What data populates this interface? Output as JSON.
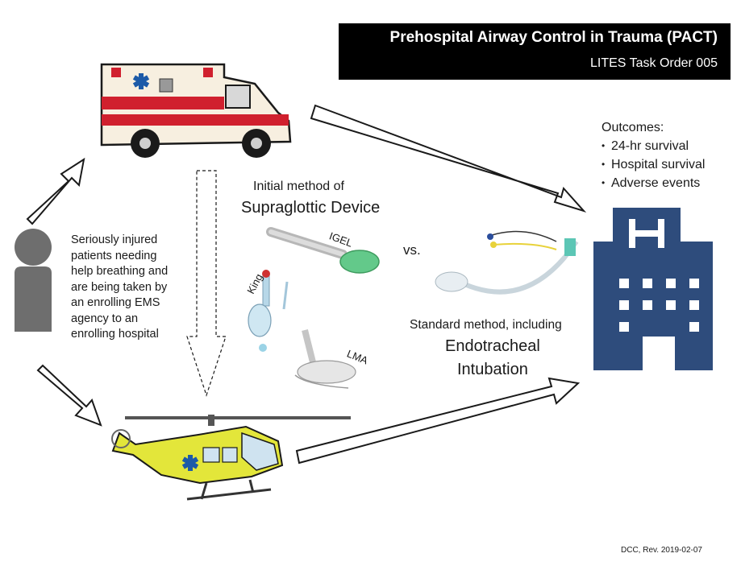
{
  "title": "Prehospital Airway Control in Trauma (PACT)",
  "subtitle": "LITES Task Order 005",
  "patient_text": [
    "Seriously injured",
    "patients needing",
    "help breathing and",
    "are being taken by",
    "an enrolling EMS",
    "agency to an",
    "enrolling hospital"
  ],
  "outcomes": {
    "heading": "Outcomes:",
    "items": [
      "24-hr survival",
      "Hospital survival",
      "Adverse events"
    ]
  },
  "initial_method": {
    "prefix": "Initial method of",
    "name": "Supraglottic Device",
    "devices": [
      "IGEL",
      "King",
      "LMA"
    ]
  },
  "versus": "vs.",
  "standard_method": {
    "prefix": "Standard method, including",
    "name_line1": "Endotracheal",
    "name_line2": "Intubation"
  },
  "footer": "DCC, Rev. 2019-02-07",
  "colors": {
    "hospital": "#2e4c7c",
    "person": "#6e6e6e",
    "ambulance_red": "#d0202e",
    "helicopter_yellow": "#e3e63a",
    "star_of_life": "#1c5aa8",
    "title_bg": "#000000"
  },
  "icons": [
    "ambulance-icon",
    "helicopter-icon",
    "person-icon",
    "hospital-icon",
    "igel-device-icon",
    "king-device-icon",
    "lma-device-icon",
    "endotracheal-tube-icon"
  ]
}
